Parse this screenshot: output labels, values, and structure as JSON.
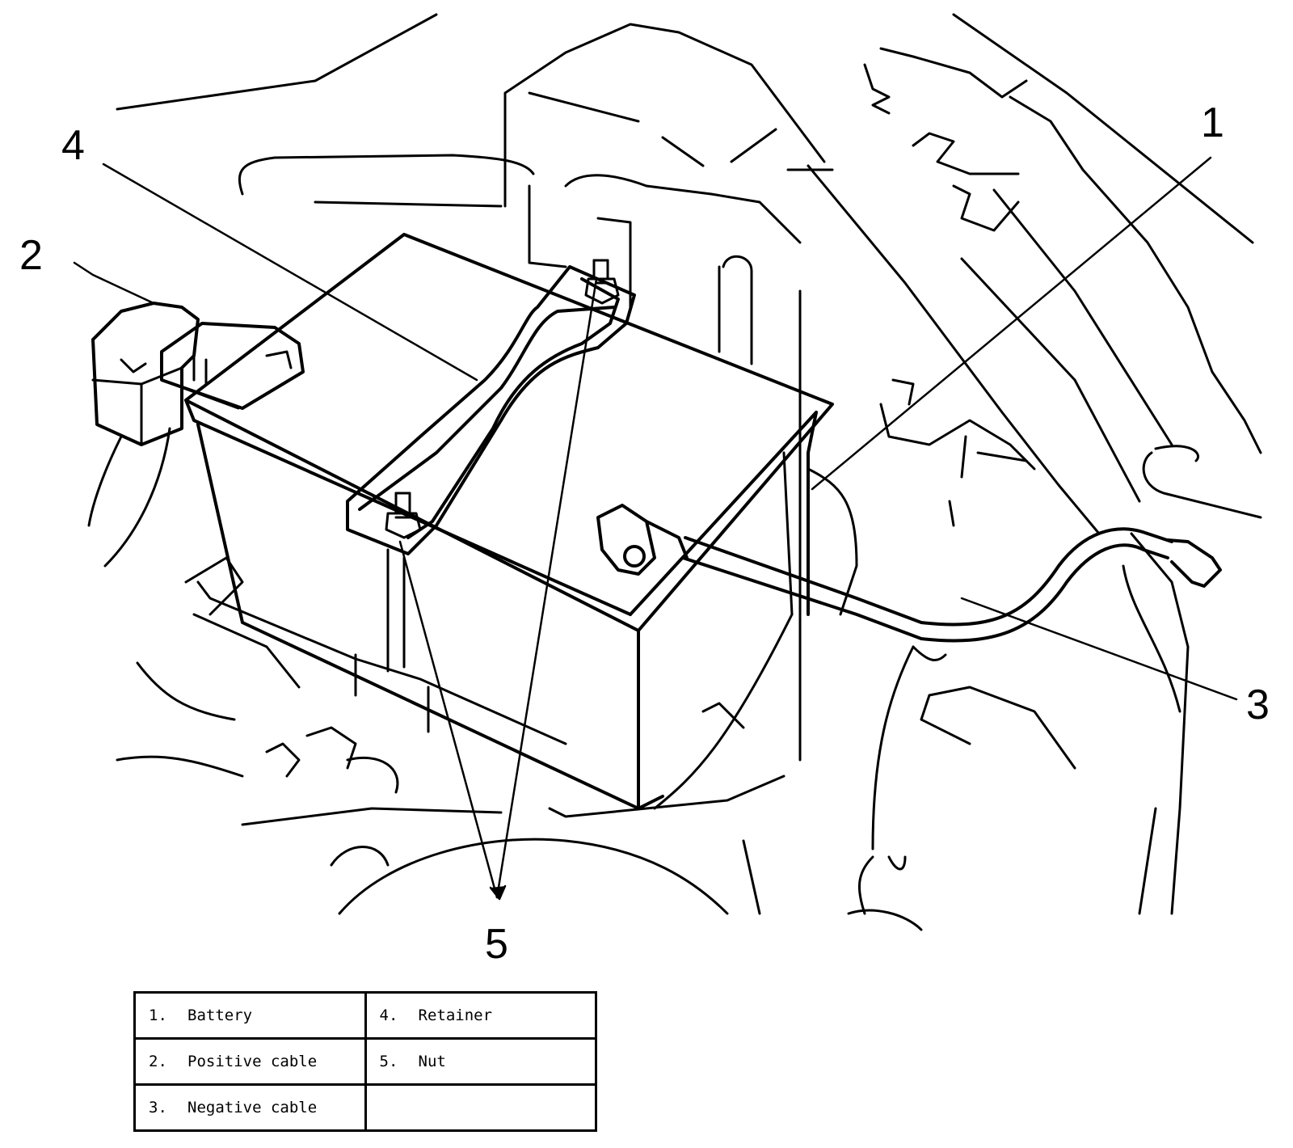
{
  "callouts": {
    "c1": "1",
    "c2": "2",
    "c3": "3",
    "c4": "4",
    "c5": "5"
  },
  "legend": {
    "rows": [
      [
        {
          "num": "1.",
          "label": "Battery"
        },
        {
          "num": "4.",
          "label": "Retainer"
        }
      ],
      [
        {
          "num": "2.",
          "label": "Positive cable"
        },
        {
          "num": "5.",
          "label": "Nut"
        }
      ],
      [
        {
          "num": "3.",
          "label": "Negative cable"
        },
        {
          "num": "",
          "label": ""
        }
      ]
    ]
  }
}
